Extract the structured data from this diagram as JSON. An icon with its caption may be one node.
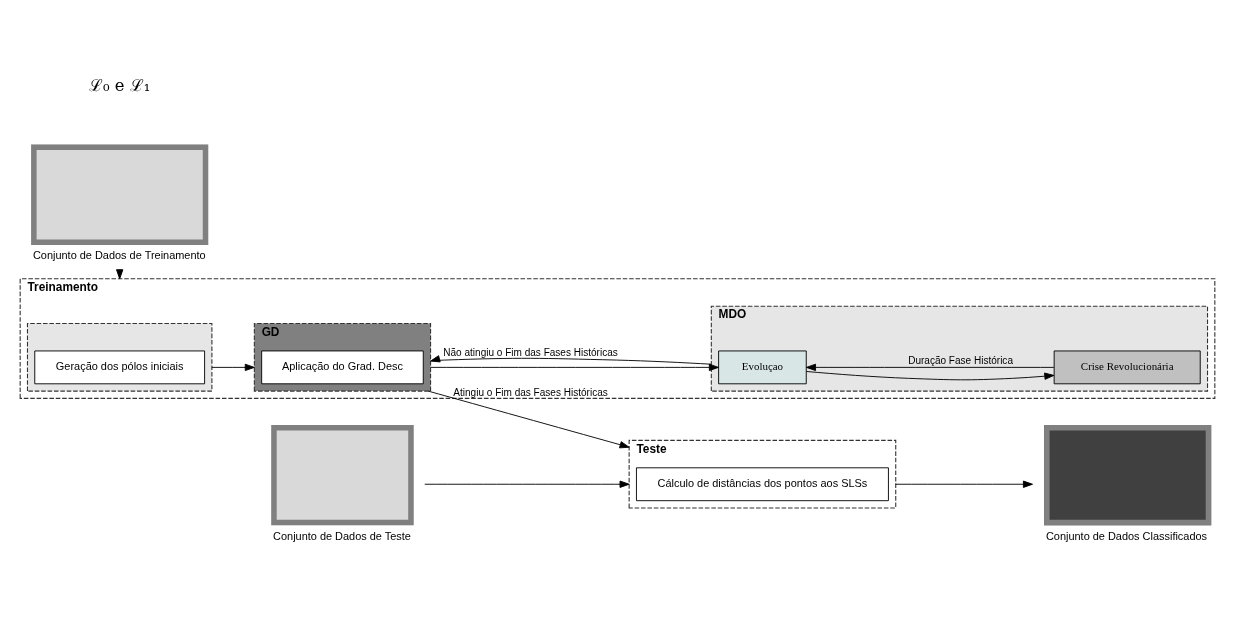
{
  "diagram": {
    "nodes": [
      {
        "text": [
          "Treinamento"
        ]
      },
      {
        "text": [],
        "shape": "box",
        "beside": [
          "Conjunto de Dados de Treinamento"
        ]
      },
      {
        "text": [],
        "shape": "box",
        "in": 0
      },
      {
        "text": [
          "Geração dos pólos iniciais"
        ],
        "in": 2
      },
      {
        "text": [
          "GD"
        ],
        "in": 0
      },
      {
        "text": [
          "Aplicação do Grad. Desc"
        ],
        "in": 4
      },
      {
        "text": [
          "MDO"
        ],
        "in": 0
      },
      {
        "text": [
          "Evoluçao"
        ],
        "in": 6
      },
      {
        "text": [
          "Crise Revolucionária"
        ],
        "in": 6
      },
      {
        "text": [],
        "shape": "box",
        "beside": [
          "Conjunto de Dados de Teste"
        ]
      },
      {
        "text": [
          "Teste"
        ]
      },
      {
        "text": [
          "Cálculo de distâncias dos pontos aos SLSs"
        ],
        "in": 10
      },
      {
        "text": [],
        "shape": "box",
        "beside": [
          "Conjunto de Dados Classificados"
        ]
      }
    ],
    "edges": [
      {
        "from": 1,
        "to": 0,
        "arrow": "to"
      },
      {
        "from": 2,
        "to": 4,
        "arrow": "to"
      },
      {
        "from": 4,
        "to": 7,
        "arrow": "to"
      },
      {
        "from": 7,
        "to": 8,
        "arrow": "to"
      },
      {
        "from": 8,
        "to": 7,
        "arrow": "to",
        "label": "Duração Fase Histórica"
      },
      {
        "from": 6,
        "to": 4,
        "arrow": "to",
        "label": "Não atingiu o Fim das Fases Históricas"
      },
      {
        "from": 4,
        "to": 10,
        "arrow": "to",
        "label": "Atingiu o Fim das Fases Históricas"
      },
      {
        "from": 9,
        "to": 10,
        "arrow": "to"
      },
      {
        "from": 10,
        "to": 12,
        "arrow": "to"
      }
    ],
    "labels": [
      "ℒ₀ e ℒ₁"
    ]
  }
}
